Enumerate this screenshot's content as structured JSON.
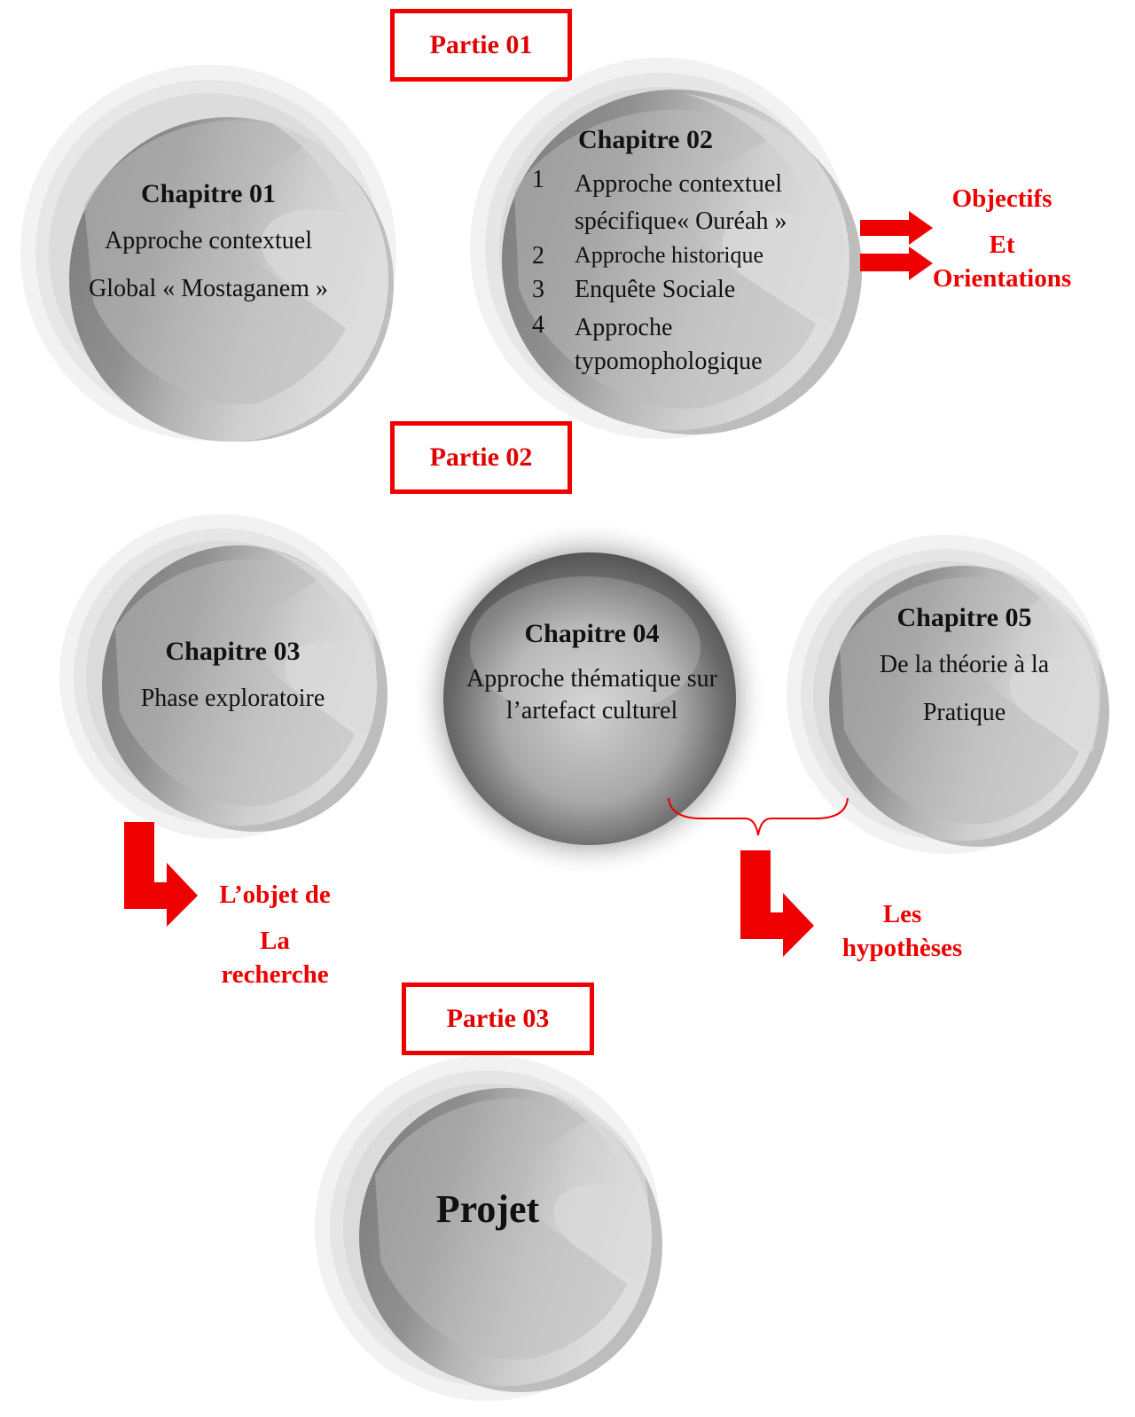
{
  "colors": {
    "accent": "#ee0000",
    "sphere_dark": "#6e6e6e",
    "sphere_light": "#d8d8d8"
  },
  "parties": [
    "Partie 01",
    "Partie 02",
    "Partie 03"
  ],
  "chapitre01": {
    "title": "Chapitre 01",
    "line1": "Approche contextuel",
    "line2": "Global « Mostaganem »"
  },
  "chapitre02": {
    "title": "Chapitre 02",
    "items": [
      {
        "num": "1",
        "text": "Approche contextuel spécifique« Ouréah »"
      },
      {
        "num": "2",
        "text": "Approche historique"
      },
      {
        "num": "3",
        "text": "Enquête Sociale"
      },
      {
        "num": "4",
        "text": "Approche typomophologique"
      }
    ]
  },
  "chapitre03": {
    "title": "Chapitre 03",
    "line1": "Phase exploratoire"
  },
  "chapitre04": {
    "title": "Chapitre 04",
    "line1": "Approche thématique sur",
    "line2": "l’artefact culturel"
  },
  "chapitre05": {
    "title": "Chapitre 05",
    "line1": "De la théorie à la",
    "line2": "Pratique"
  },
  "projet": {
    "title": "Projet"
  },
  "labels": {
    "objectifs": [
      "Objectifs",
      "Et",
      "Orientations"
    ],
    "objet": [
      "L’objet de",
      "La",
      "recherche"
    ],
    "hypotheses": [
      "Les",
      "hypothèses"
    ]
  }
}
